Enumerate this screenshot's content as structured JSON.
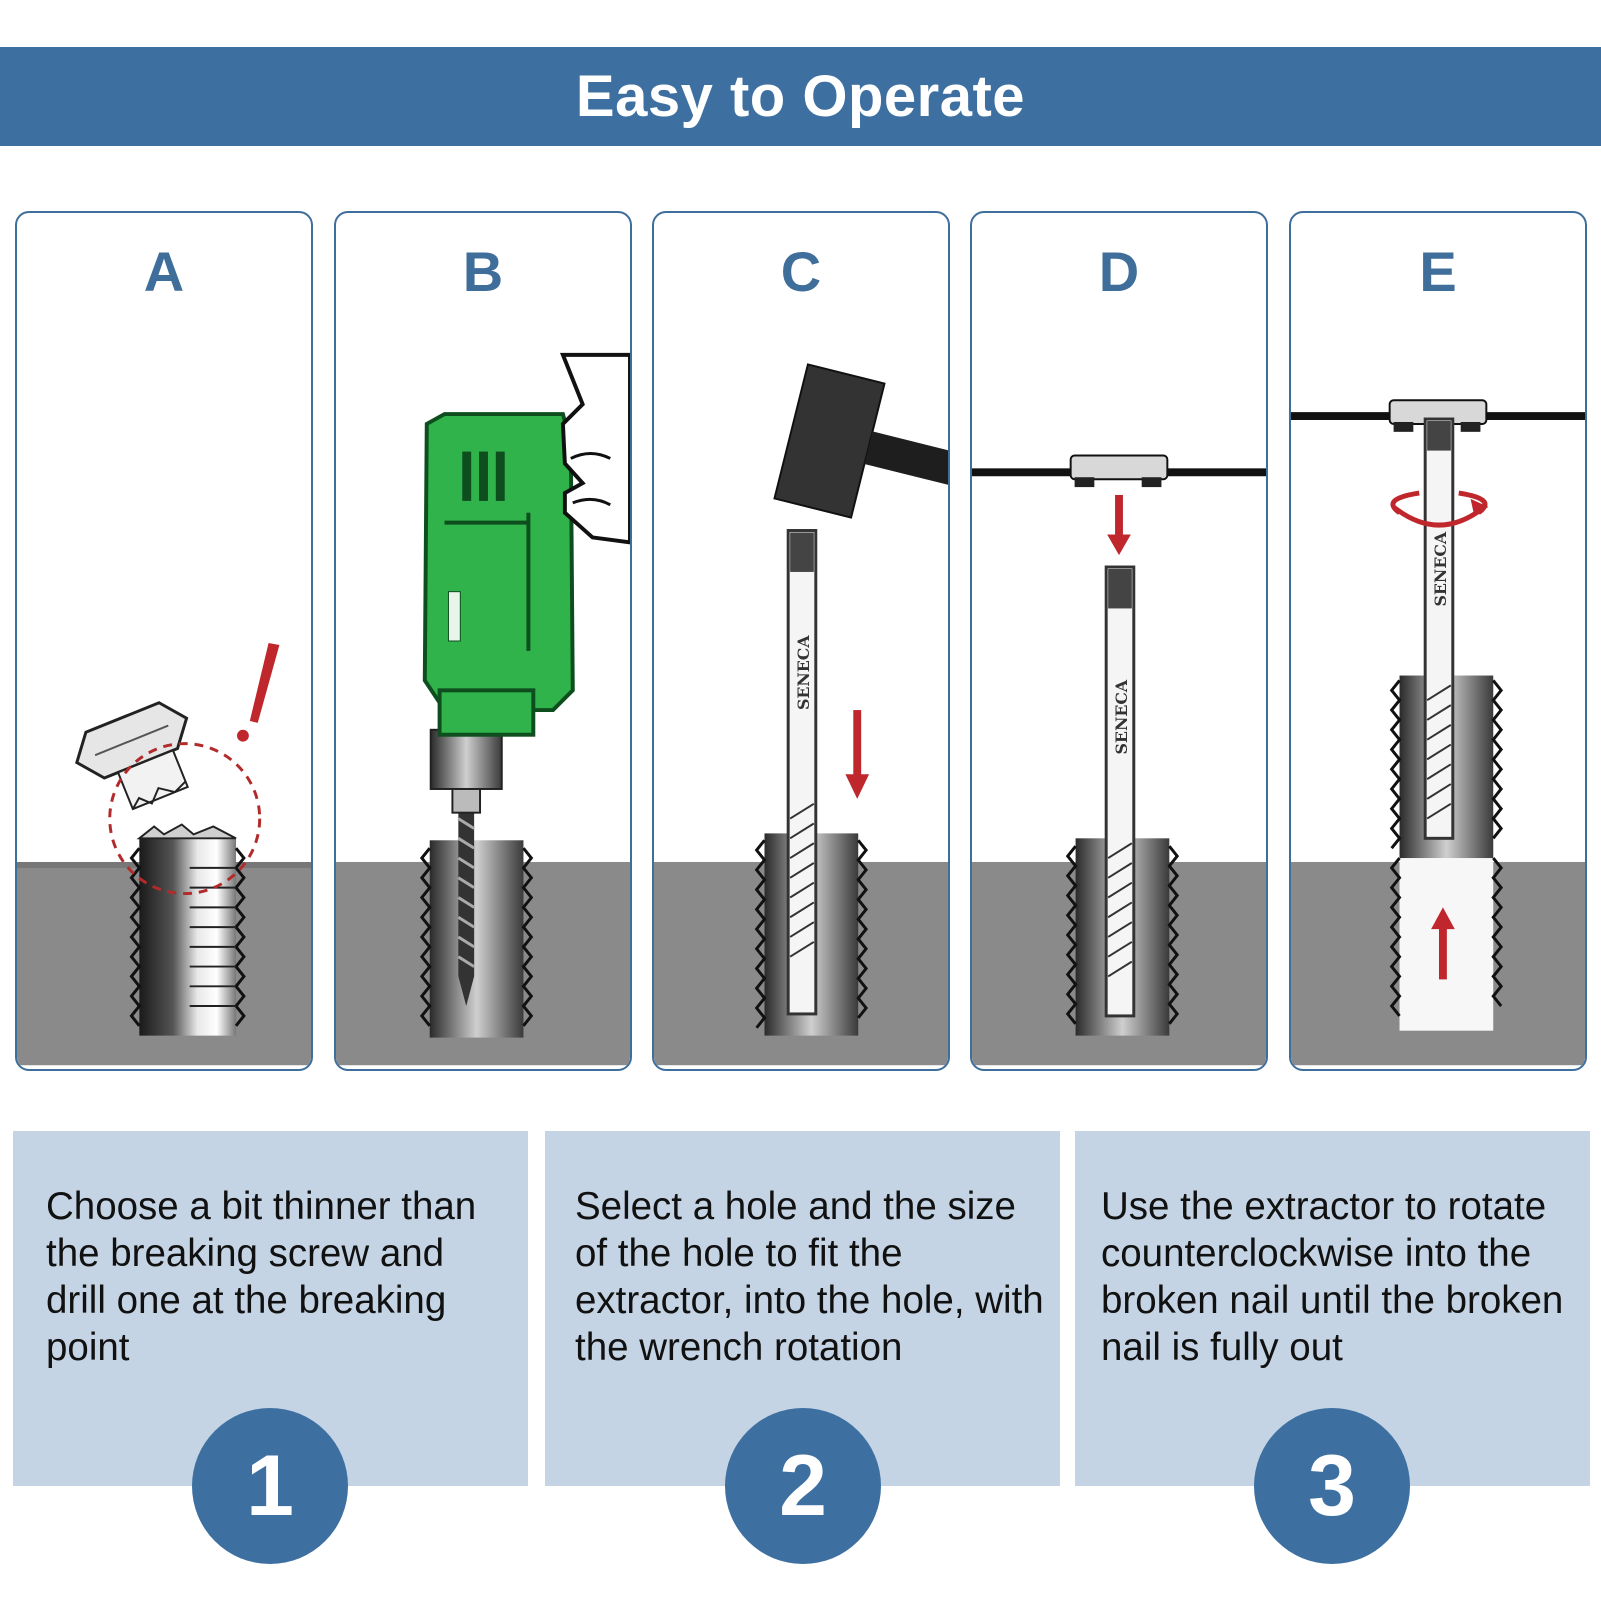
{
  "header": {
    "title": "Easy to Operate"
  },
  "panels": [
    {
      "letter": "A",
      "icon": "broken-screw-illustration"
    },
    {
      "letter": "B",
      "icon": "power-drill-illustration"
    },
    {
      "letter": "C",
      "icon": "hammer-extractor-illustration"
    },
    {
      "letter": "D",
      "icon": "wrench-extractor-illustration"
    },
    {
      "letter": "E",
      "icon": "extract-screw-illustration"
    }
  ],
  "illustrations": {
    "extractor_brand": "SENECA"
  },
  "steps": [
    {
      "number": "1",
      "text": "Choose a bit thinner than the breaking screw and drill one at the breaking point"
    },
    {
      "number": "2",
      "text": "Select a hole and the size of the hole to fit the extractor, into the hole, with the wrench rotation"
    },
    {
      "number": "3",
      "text": "Use the extractor to rotate counterclockwise into the broken nail until the broken nail is fully out"
    }
  ],
  "colors": {
    "brand_blue": "#3d70a1",
    "step_panel": "#c5d4e4",
    "ground_gray": "#8a8a8a",
    "drill_green": "#2fb34a",
    "arrow_red": "#c0272d"
  }
}
